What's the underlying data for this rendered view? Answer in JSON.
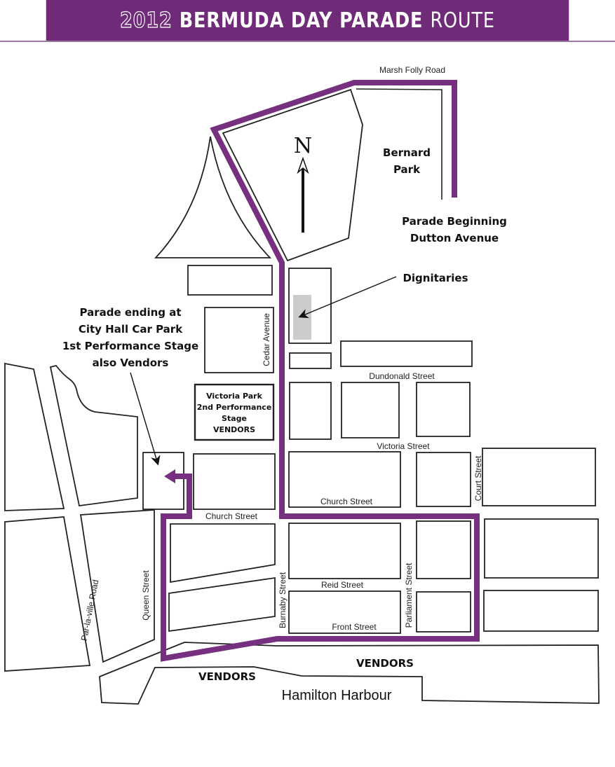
{
  "title": {
    "year": "2012",
    "main": "BERMUDA DAY PARADE",
    "last": "ROUTE"
  },
  "colors": {
    "route": "#772f80",
    "header": "#6f2a78",
    "dignitaries_area": "#cccccc"
  },
  "compass": {
    "label": "N"
  },
  "labels": {
    "marsh_folly": "Marsh Folly Road",
    "bernard_park": [
      "Bernard",
      "Park"
    ],
    "parade_beginning": [
      "Parade Beginning",
      "Dutton Avenue"
    ],
    "dignitaries": "Dignitaries",
    "parade_ending": [
      "Parade ending at",
      "City Hall Car Park",
      "1st Performance Stage",
      "also Vendors"
    ],
    "victoria_park": [
      "Victoria Park",
      "2nd Performance",
      "Stage",
      "VENDORS"
    ],
    "cedar_avenue": "Cedar Avenue",
    "dundonald_street": "Dundonald Street",
    "victoria_street": "Victoria Street",
    "court_street": "Court Street",
    "church_street_east": "Church Street",
    "church_street_west": "Church Street",
    "reid_street": "Reid Street",
    "front_street": "Front Street",
    "burnaby_street": "Burnaby Street",
    "parliament_street": "Parliament Street",
    "queen_street": "Queen Street",
    "par_la_ville": "Par-la-ville Road",
    "vendors_west": "VENDORS",
    "vendors_east": "VENDORS",
    "hamilton_harbour": "Hamilton Harbour"
  }
}
